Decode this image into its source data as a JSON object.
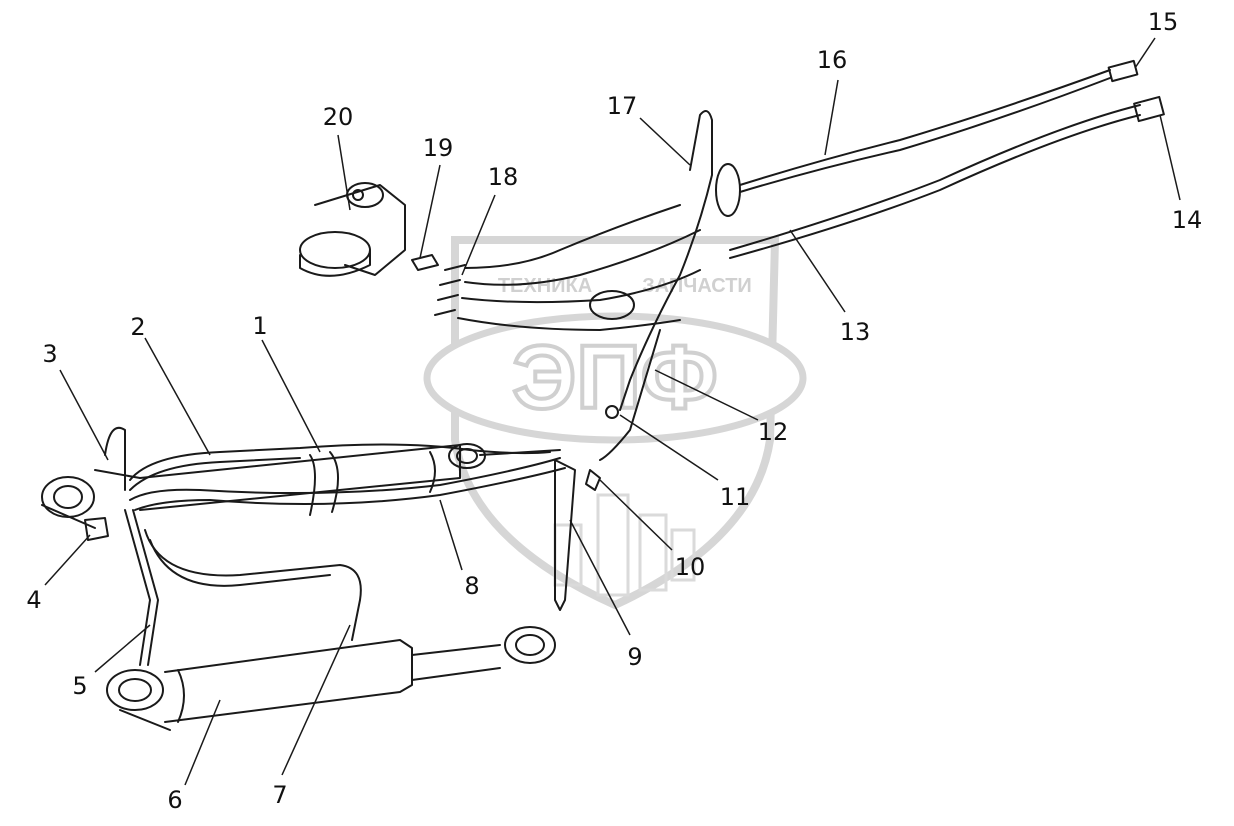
{
  "watermark": {
    "top_text_left": "ТЕХНИКА",
    "top_text_right": "ЗАПЧАСТИ",
    "logo_text": "ЭПФ",
    "color": "#d8d8d8"
  },
  "callouts": [
    {
      "id": "1",
      "label": "1"
    },
    {
      "id": "2",
      "label": "2"
    },
    {
      "id": "3",
      "label": "3"
    },
    {
      "id": "4",
      "label": "4"
    },
    {
      "id": "5",
      "label": "5"
    },
    {
      "id": "6",
      "label": "6"
    },
    {
      "id": "7",
      "label": "7"
    },
    {
      "id": "8",
      "label": "8"
    },
    {
      "id": "9",
      "label": "9"
    },
    {
      "id": "10",
      "label": "10"
    },
    {
      "id": "11",
      "label": "11"
    },
    {
      "id": "12",
      "label": "12"
    },
    {
      "id": "13",
      "label": "13"
    },
    {
      "id": "14",
      "label": "14"
    },
    {
      "id": "15",
      "label": "15"
    },
    {
      "id": "16",
      "label": "16"
    },
    {
      "id": "17",
      "label": "17"
    },
    {
      "id": "18",
      "label": "18"
    },
    {
      "id": "19",
      "label": "19"
    },
    {
      "id": "20",
      "label": "20"
    }
  ],
  "colors": {
    "line": "#1a1a1a",
    "background": "#ffffff"
  }
}
